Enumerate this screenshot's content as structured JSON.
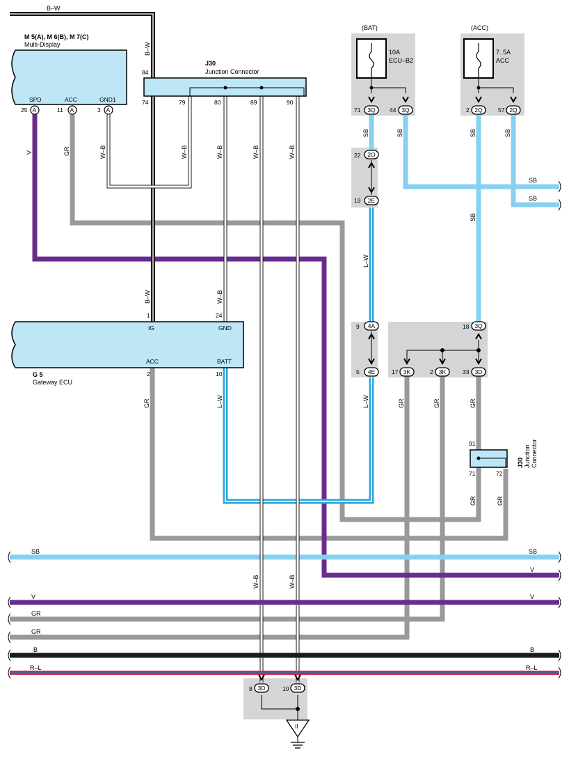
{
  "components": {
    "multi_display": {
      "code": "M 5(A), M 6(B), M 7(C)",
      "name": "Multi-Display",
      "pins": [
        {
          "no": "25",
          "conn": "A",
          "label": "SPD"
        },
        {
          "no": "11",
          "conn": "A",
          "label": "ACC"
        },
        {
          "no": "3",
          "conn": "A",
          "label": "GND1"
        }
      ]
    },
    "junction_top": {
      "code": "J30",
      "name": "Junction Connector",
      "pins": [
        "84",
        "74",
        "79",
        "80",
        "89",
        "90"
      ]
    },
    "gateway_ecu": {
      "code": "G 5",
      "name": "Gateway ECU",
      "pins": [
        {
          "no": "1",
          "label": "IG"
        },
        {
          "no": "24",
          "label": "GND"
        },
        {
          "no": "2",
          "label": "ACC"
        },
        {
          "no": "10",
          "label": "BATT"
        }
      ]
    },
    "junction_right": {
      "code": "J30",
      "name_line1": "Junction",
      "name_line2": "Connector",
      "pins": [
        "91",
        "71",
        "72"
      ]
    },
    "fuse_bat": {
      "source": "(BAT)",
      "rating": "10A",
      "name": "ECU–B2"
    },
    "fuse_acc": {
      "source": "(ACC)",
      "rating": "7. 5A",
      "name": "ACC"
    }
  },
  "connectors": {
    "bat_left": {
      "no": "71",
      "conn": "3Q"
    },
    "bat_right": {
      "no": "44",
      "conn": "3Q"
    },
    "acc_left": {
      "no": "2",
      "conn": "2Q"
    },
    "acc_right": {
      "no": "57",
      "conn": "2Q"
    },
    "mid_top": {
      "no": "22",
      "conn": "2O"
    },
    "mid_bottom": {
      "no": "19",
      "conn": "2E"
    },
    "lw_top": {
      "no": "9",
      "conn": "4A"
    },
    "lw_bottom": {
      "no": "5",
      "conn": "4E"
    },
    "junction_in": {
      "no": "18",
      "conn": "3Q"
    },
    "j_out1": {
      "no": "17",
      "conn": "3K"
    },
    "j_out2": {
      "no": "2",
      "conn": "3K"
    },
    "j_out3": {
      "no": "33",
      "conn": "3D"
    },
    "ground_left": {
      "no": "8",
      "conn": "3D"
    },
    "ground_right": {
      "no": "10",
      "conn": "3D"
    }
  },
  "wire_labels": {
    "top_bw": "B–W",
    "bw_vertical": "B–W",
    "v_vertical": "V",
    "gr_vertical": "GR",
    "wb_display": "W–B",
    "wb_79": "W–B",
    "wb_80": "W–B",
    "wb_89": "W–B",
    "wb_90": "W–B",
    "bw_ig": "B–W",
    "wb_gnd": "W–B",
    "gr_acc": "GR",
    "lw_batt": "L–W",
    "sb_bat_left": "SB",
    "sb_bat_right": "SB",
    "sb_acc_left": "SB",
    "sb_acc_right": "SB",
    "sb_right_1": "SB",
    "sb_right_2": "SB",
    "sb_mid": "SB",
    "lw_mid": "L–W",
    "lw_lower": "L–W",
    "gr_3k1": "GR",
    "gr_3k2": "GR",
    "gr_3d": "GR",
    "gr_j71": "GR",
    "gr_j72": "GR",
    "wb_lower_left": "W–B",
    "wb_lower_right": "W–B"
  },
  "buses": [
    {
      "label": "SB",
      "color": "#88d0f2"
    },
    {
      "label": "V",
      "color": "#6a2c8c"
    },
    {
      "label": "V",
      "color": "#6a2c8c"
    },
    {
      "label": "GR",
      "color": "#98999b"
    },
    {
      "label": "GR",
      "color": "#98999b"
    },
    {
      "label": "B",
      "color": "#1a1a1a"
    },
    {
      "label": "R–L",
      "color": "#d7263d"
    }
  ],
  "ground_symbol": "II"
}
